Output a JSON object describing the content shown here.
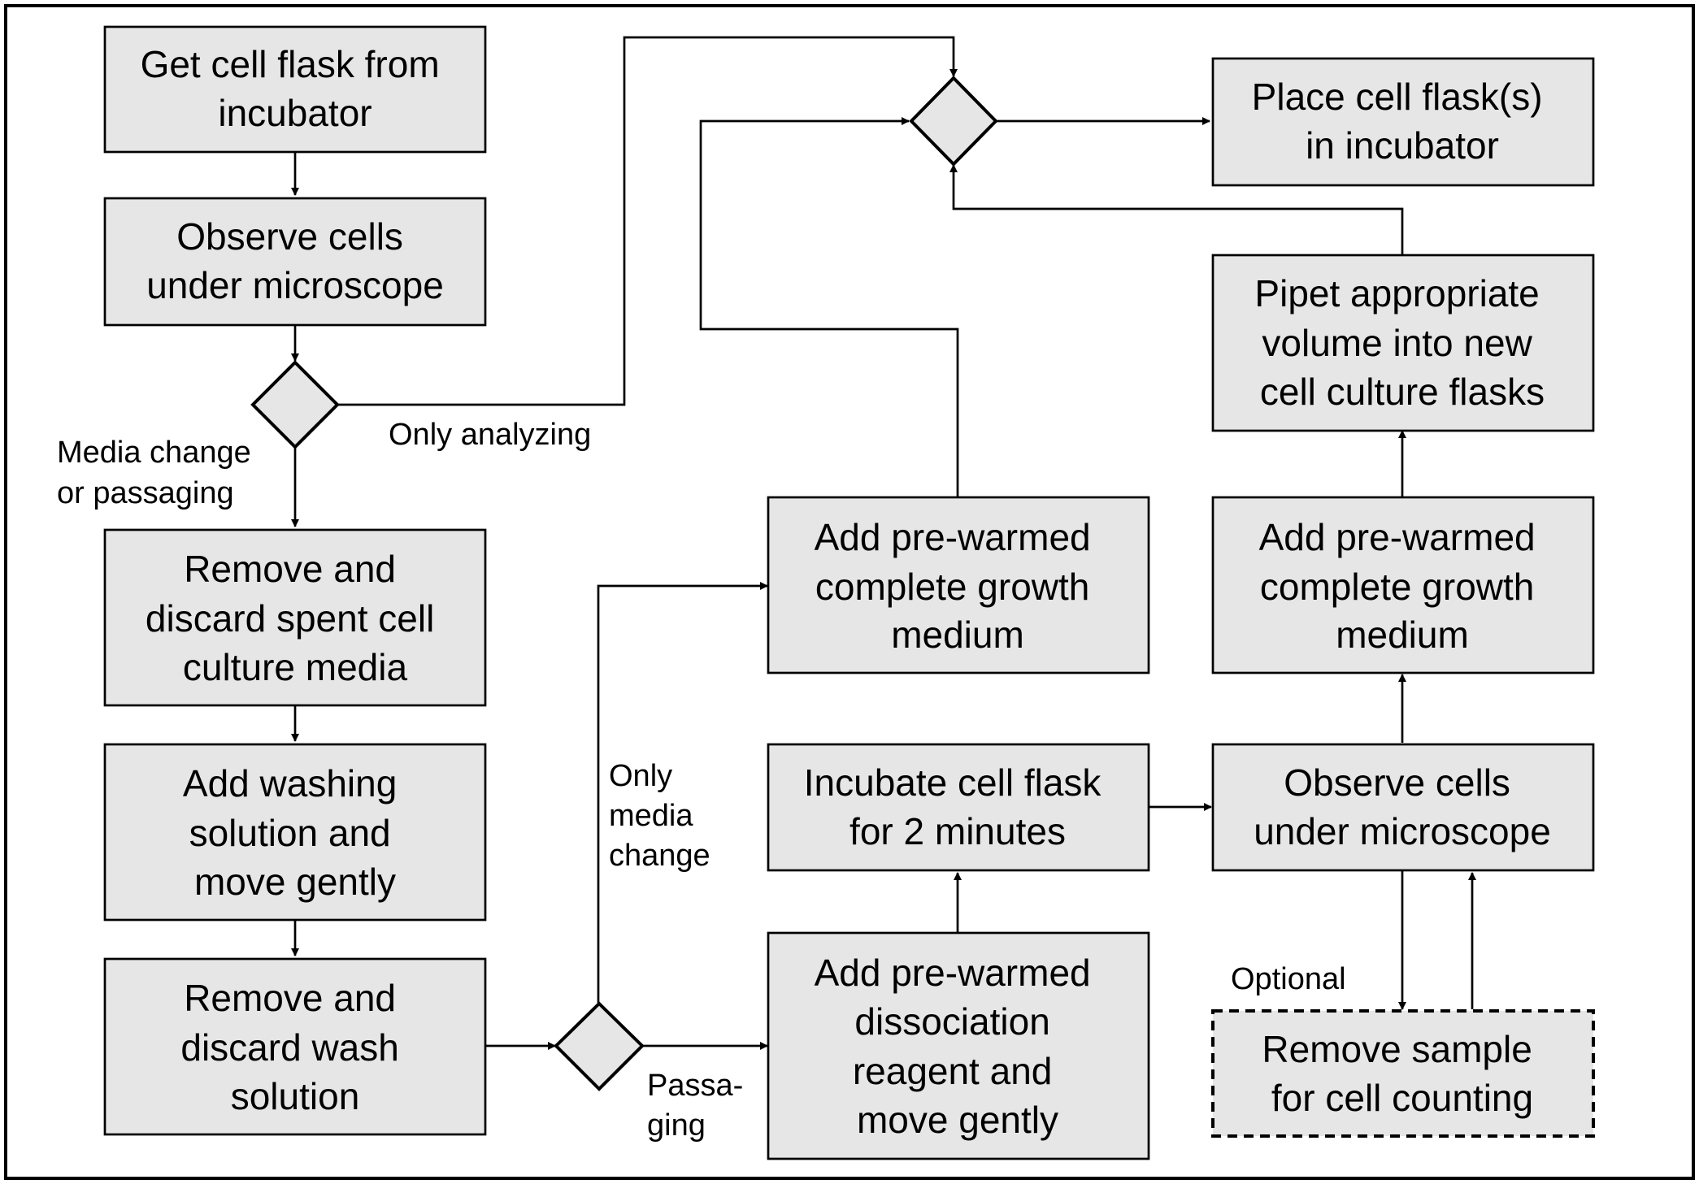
{
  "nodes": {
    "get_flask": [
      "Get cell flask from",
      "incubator"
    ],
    "observe_1": [
      "Observe cells",
      "under microscope"
    ],
    "remove_media": [
      "Remove and",
      "discard spent cell",
      "culture media"
    ],
    "add_washing": [
      "Add washing",
      "solution and",
      "move gently"
    ],
    "remove_wash": [
      "Remove and",
      "discard wash",
      "solution"
    ],
    "add_growth_1": [
      "Add pre-warmed",
      "complete growth",
      "medium"
    ],
    "add_dissociation": [
      "Add pre-warmed",
      "dissociation",
      "reagent and",
      "move gently"
    ],
    "incubate": [
      "Incubate cell flask",
      "for 2 minutes"
    ],
    "observe_2": [
      "Observe cells",
      "under microscope"
    ],
    "remove_sample": [
      "Remove sample",
      "for cell counting"
    ],
    "add_growth_2": [
      "Add pre-warmed",
      "complete growth",
      "medium"
    ],
    "pipet": [
      "Pipet appropriate",
      "volume into new",
      "cell culture flasks"
    ],
    "place_flask": [
      "Place cell flask(s)",
      "in incubator"
    ]
  },
  "edge_labels": {
    "only_analyzing": [
      "Only analyzing"
    ],
    "media_change_or_passaging": [
      "Media change",
      "or passaging"
    ],
    "only_media_change": [
      "Only",
      "media",
      "change"
    ],
    "passaging": [
      "Passa-",
      "ging"
    ],
    "optional": [
      "Optional"
    ]
  }
}
